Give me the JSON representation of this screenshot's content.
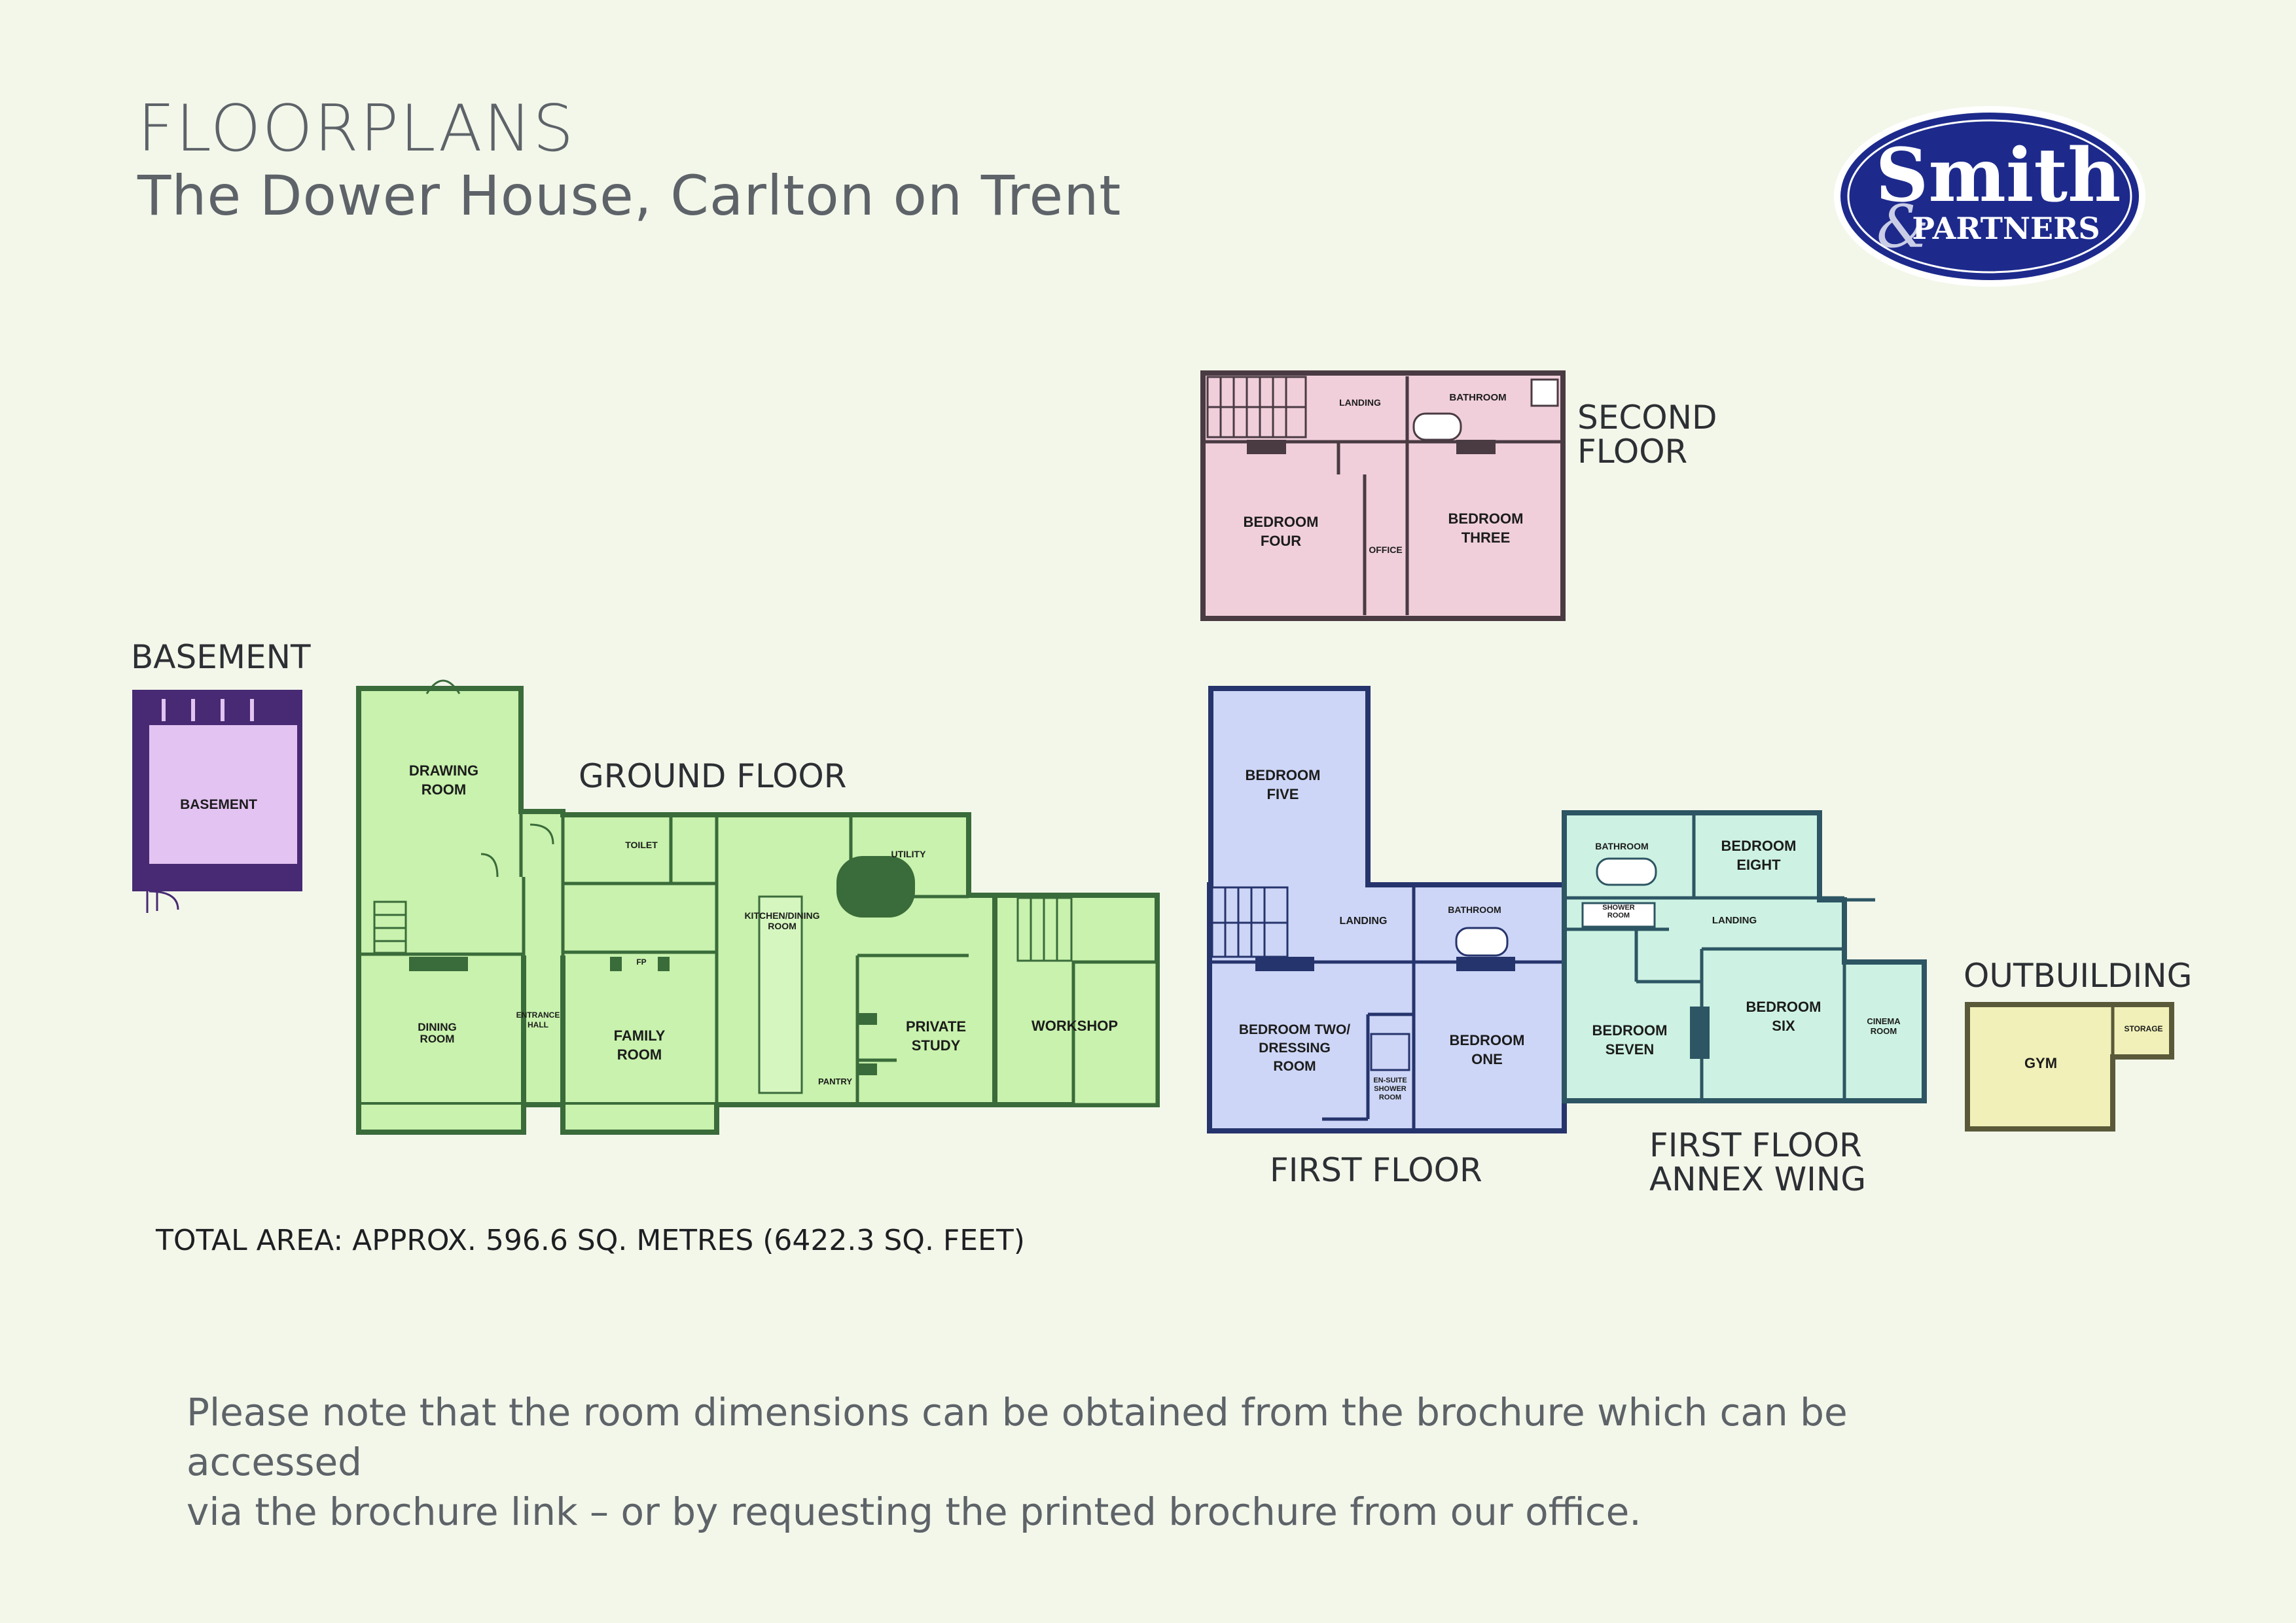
{
  "header": {
    "title": "FLOORPLANS",
    "subtitle": "The Dower House, Carlton on Trent"
  },
  "logo": {
    "brand": "Smith",
    "ampersand": "&",
    "brand_sub": "PARTNERS",
    "color": "#1d2a8c"
  },
  "floors": {
    "second": {
      "label_line1": "SECOND",
      "label_line2": "FLOOR",
      "color": "#f0cfdb",
      "wall": "#4a3b43"
    },
    "basement": {
      "label": "BASEMENT",
      "color": "#e3c3f2",
      "wall": "#472a73"
    },
    "ground": {
      "label": "GROUND FLOOR",
      "color": "#c8f2ad",
      "wall": "#3a6b3a"
    },
    "first": {
      "label": "FIRST FLOOR",
      "color": "#cdd6f6",
      "wall": "#26346d"
    },
    "annex": {
      "label_line1": "FIRST FLOOR",
      "label_line2": "ANNEX WING",
      "color": "#cdf2e3",
      "wall": "#2d5563"
    },
    "outbuilding": {
      "label": "OUTBUILDING",
      "color": "#f0f0b8",
      "wall": "#5a5a3a"
    }
  },
  "rooms": {
    "second": {
      "landing": "LANDING",
      "bathroom": "BATHROOM",
      "bedroom_four_1": "BEDROOM",
      "bedroom_four_2": "FOUR",
      "office": "OFFICE",
      "bedroom_three_1": "BEDROOM",
      "bedroom_three_2": "THREE"
    },
    "basement": {
      "basement": "BASEMENT"
    },
    "ground": {
      "drawing_1": "DRAWING",
      "drawing_2": "ROOM",
      "toilet": "TOILET",
      "utility": "UTILITY",
      "kitchen_1": "KITCHEN/DINING",
      "kitchen_2": "ROOM",
      "dining_1": "DINING",
      "dining_2": "ROOM",
      "entrance_1": "ENTRANCE",
      "entrance_2": "HALL",
      "family_1": "FAMILY",
      "family_2": "ROOM",
      "fp": "FP",
      "study_1": "PRIVATE",
      "study_2": "STUDY",
      "pantry": "PANTRY",
      "workshop": "WORKSHOP"
    },
    "first": {
      "bedroom_five_1": "BEDROOM",
      "bedroom_five_2": "FIVE",
      "landing": "LANDING",
      "bathroom": "BATHROOM",
      "bedroom_two_1": "BEDROOM TWO/",
      "bedroom_two_2": "DRESSING",
      "bedroom_two_3": "ROOM",
      "ensuite_1": "EN-SUITE",
      "ensuite_2": "SHOWER",
      "ensuite_3": "ROOM",
      "bedroom_one_1": "BEDROOM",
      "bedroom_one_2": "ONE"
    },
    "annex": {
      "bathroom": "BATHROOM",
      "bedroom_eight_1": "BEDROOM",
      "bedroom_eight_2": "EIGHT",
      "shower_1": "SHOWER",
      "shower_2": "ROOM",
      "landing": "LANDING",
      "bedroom_seven_1": "BEDROOM",
      "bedroom_seven_2": "SEVEN",
      "bedroom_six_1": "BEDROOM",
      "bedroom_six_2": "SIX",
      "cinema_1": "CINEMA",
      "cinema_2": "ROOM"
    },
    "outbuilding": {
      "gym": "GYM",
      "storage": "STORAGE"
    }
  },
  "total_area": "TOTAL AREA: APPROX. 596.6 SQ. METRES (6422.3 SQ. FEET)",
  "note": {
    "line1": "Please note that the room dimensions can be obtained from the brochure which can be accessed",
    "line2": "via the brochure link – or by requesting the printed brochure from our office."
  }
}
